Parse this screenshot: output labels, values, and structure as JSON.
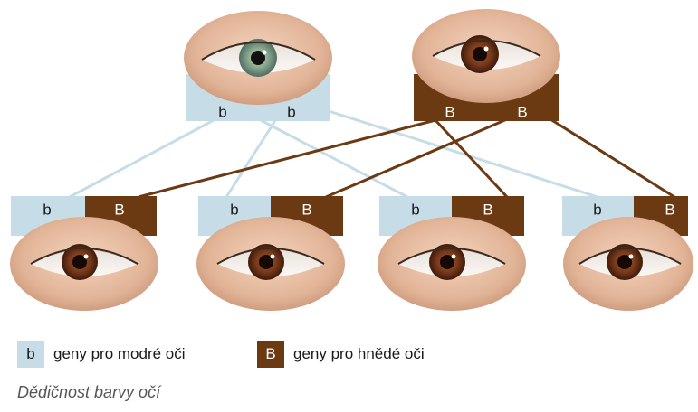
{
  "colors": {
    "recessive_box": "#c6dde8",
    "dominant_box": "#6b3a12",
    "recessive_line": "#c6dde8",
    "dominant_line": "#6b3a12",
    "blue_iris": "#8fae92",
    "brown_iris": "#7a3b1c"
  },
  "parents": [
    {
      "eye": "blue-green",
      "genes": [
        "b",
        "b"
      ]
    },
    {
      "eye": "brown",
      "genes": [
        "B",
        "B"
      ]
    }
  ],
  "children": [
    {
      "eye": "brown",
      "genes": [
        "b",
        "B"
      ]
    },
    {
      "eye": "brown",
      "genes": [
        "b",
        "B"
      ]
    },
    {
      "eye": "brown",
      "genes": [
        "b",
        "B"
      ]
    },
    {
      "eye": "brown",
      "genes": [
        "b",
        "B"
      ]
    }
  ],
  "legend": {
    "recessive": {
      "symbol": "b",
      "label": "geny pro modré oči"
    },
    "dominant": {
      "symbol": "B",
      "label": "geny pro hnědé oči"
    }
  },
  "caption": "Dědičnost barvy očí"
}
